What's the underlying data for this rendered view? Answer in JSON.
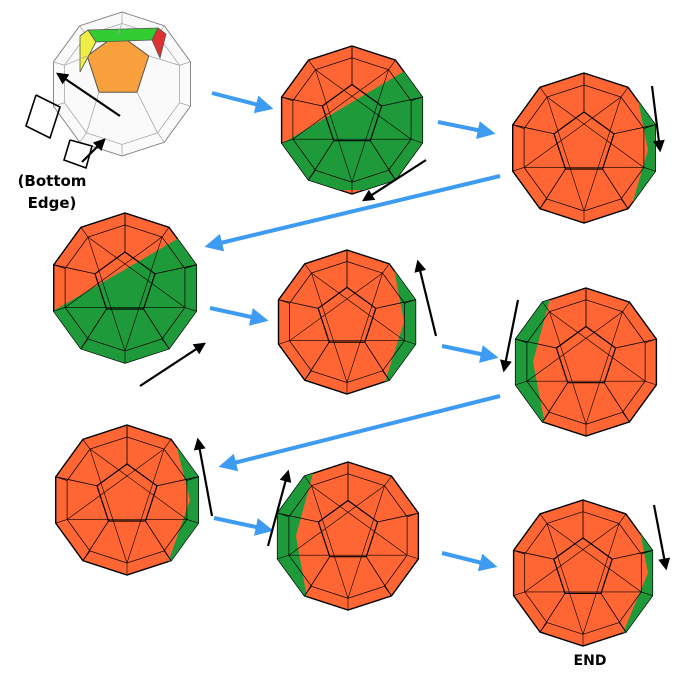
{
  "labels": {
    "bottom_edge_line1": "(Bottom",
    "bottom_edge_line2": "Edge)",
    "end": "END"
  },
  "colors": {
    "orange": "#ff6633",
    "green": "#1f9a3a",
    "flow_arrow": "#3d9bf2",
    "move_arrow": "#000000",
    "outline": "#000000",
    "ghost_orange": "#f8a13c",
    "ghost_green": "#33cc33",
    "ghost_yellow": "#eeee44",
    "ghost_red": "#dd3333"
  },
  "steps": [
    {
      "id": "start",
      "style": "ghost",
      "move": "highlight-bottom-edge"
    },
    {
      "id": "step-2",
      "green_region": "lower-band",
      "move": "rotate-bottom-left"
    },
    {
      "id": "step-3",
      "green_region": "right-rim",
      "move": "rotate-right-down"
    },
    {
      "id": "step-4",
      "green_region": "lower-band",
      "move": "rotate-bottom-right"
    },
    {
      "id": "step-5",
      "green_region": "right-rim",
      "move": "rotate-right-up"
    },
    {
      "id": "step-6",
      "green_region": "left-rim",
      "move": "rotate-left-down"
    },
    {
      "id": "step-7",
      "green_region": "right-rim",
      "move": "rotate-right-up"
    },
    {
      "id": "step-8",
      "green_region": "left-rim",
      "move": "rotate-left-up"
    },
    {
      "id": "end",
      "green_region": "right-rim",
      "move": "rotate-right-down"
    }
  ]
}
